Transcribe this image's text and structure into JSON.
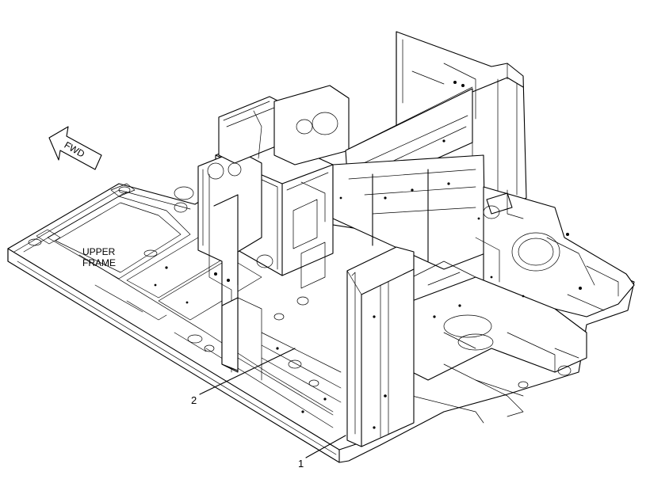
{
  "diagram": {
    "fwd_arrow_label": "FWD",
    "frame_label_line1": "UPPER",
    "frame_label_line2": "FRAME",
    "callouts": [
      {
        "id": "1",
        "text": "1"
      },
      {
        "id": "2",
        "text": "2"
      }
    ]
  },
  "colors": {
    "line": "#000000",
    "background": "#ffffff"
  }
}
